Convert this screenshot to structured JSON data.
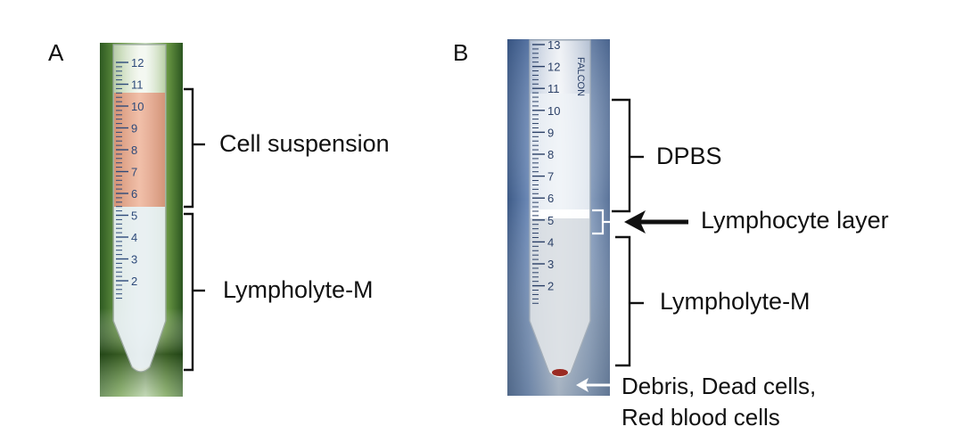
{
  "panels": [
    {
      "letter": "A",
      "tube_scale": [
        "12",
        "11",
        "10",
        "9",
        "8",
        "7",
        "6",
        "5",
        "4",
        "3",
        "2"
      ],
      "labels": {
        "upper": "Cell suspension",
        "lower": "Lympholyte-M"
      }
    },
    {
      "letter": "B",
      "tube_scale": [
        "13",
        "12",
        "11",
        "10",
        "9",
        "8",
        "7",
        "6",
        "5",
        "4",
        "3",
        "2"
      ],
      "tube_brand": "FALCON",
      "labels": {
        "upper": "DPBS",
        "middle": "Lymphocyte layer",
        "lower": "Lympholyte-M",
        "bottom_line1": "Debris, Dead cells,",
        "bottom_line2": "Red blood cells"
      }
    }
  ],
  "colors": {
    "cell_suspension": "#e8a48c",
    "lympholyte_fluid": "#dfe8ee",
    "pellet": "#9a2a22",
    "green_background": "#3f7a2a",
    "blue_background": "#4c6c9a"
  }
}
